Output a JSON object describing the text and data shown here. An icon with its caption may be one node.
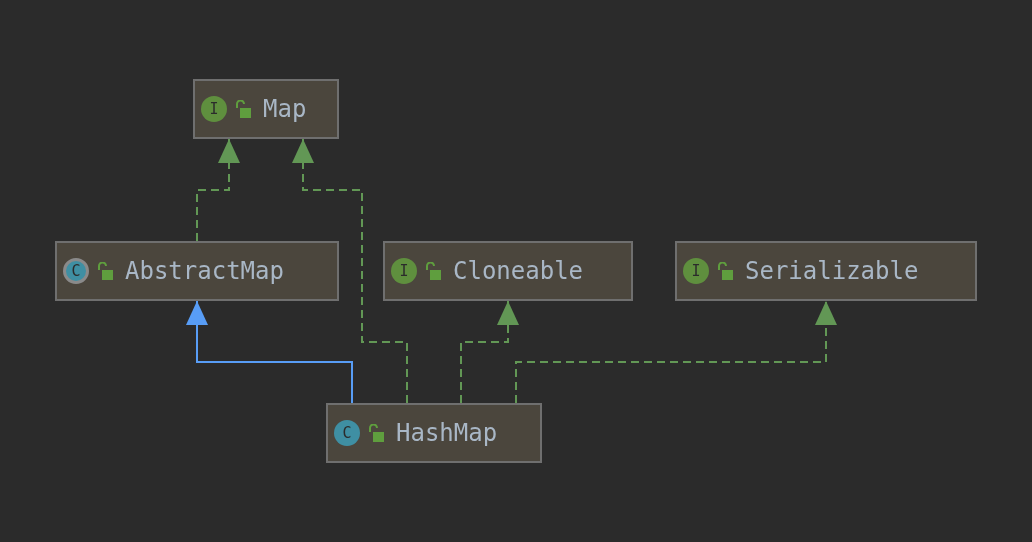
{
  "diagram": {
    "nodes": [
      {
        "text": [
          "I",
          "Map"
        ]
      },
      {
        "text": [
          "C",
          "AbstractMap"
        ]
      },
      {
        "text": [
          "I",
          "Cloneable"
        ]
      },
      {
        "text": [
          "I",
          "Serializable"
        ]
      },
      {
        "text": [
          "C",
          "HashMap"
        ]
      }
    ],
    "edges": [
      {
        "from": 1,
        "to": 0,
        "arrow": "to",
        "style": "dashed"
      },
      {
        "from": 4,
        "to": 0,
        "arrow": "to",
        "style": "dashed"
      },
      {
        "from": 4,
        "to": 1,
        "arrow": "to",
        "color": "#589df6"
      },
      {
        "from": 4,
        "to": 2,
        "arrow": "to",
        "style": "dashed"
      },
      {
        "from": 4,
        "to": 3,
        "arrow": "to",
        "style": "dashed"
      }
    ]
  }
}
